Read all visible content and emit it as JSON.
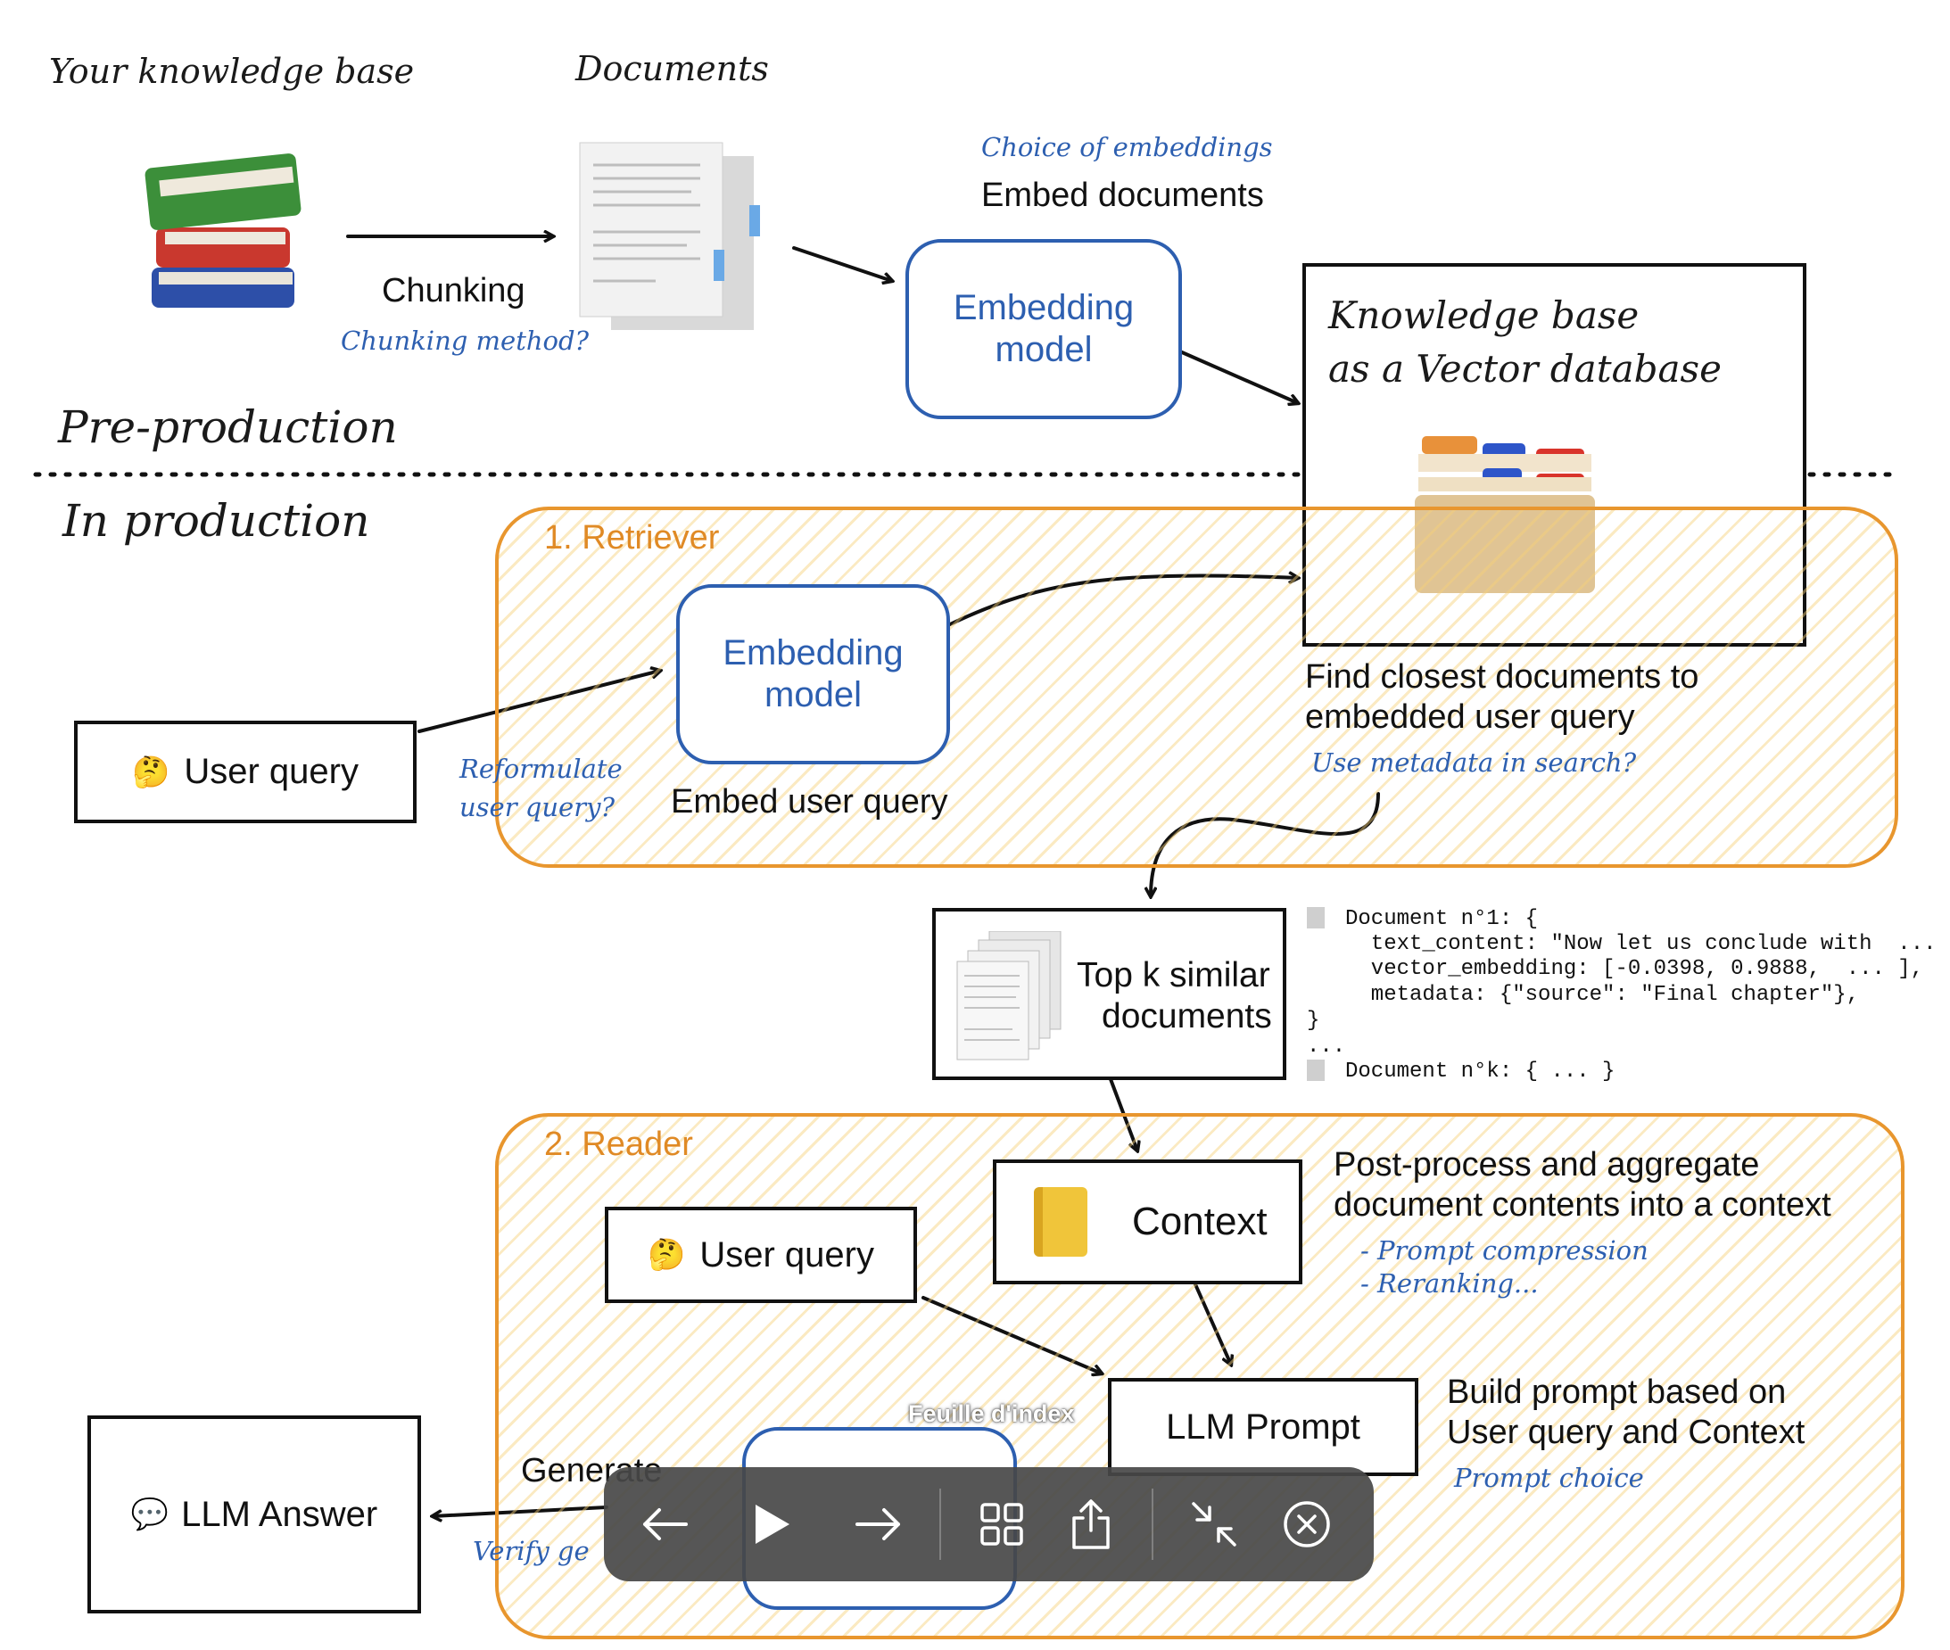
{
  "preprod": {
    "knowledge_base_title": "Your knowledge base",
    "documents_title": "Documents",
    "chunking_label": "Chunking",
    "chunking_note": "Chunking method?",
    "choice_note": "Choice of embeddings",
    "embed_documents": "Embed documents",
    "embedding_model_1": "Embedding model",
    "kb_vector_line1": "Knowledge base",
    "kb_vector_line2": "as a Vector database",
    "section_title": "Pre-production"
  },
  "production": {
    "section_title": "In production",
    "retriever": {
      "title": "1. Retriever",
      "embedding_model": "Embedding model",
      "user_query": "User query",
      "reformulate_note_1": "Reformulate",
      "reformulate_note_2": "user query?",
      "embed_user_query": "Embed user query",
      "find_closest_1": "Find closest documents to",
      "find_closest_2": "embedded user query",
      "metadata_note": "Use metadata in search?"
    },
    "topk": {
      "label_1": "Top k similar",
      "label_2": "documents"
    },
    "doc_snippet": {
      "line1": "Document n°1: {",
      "line2": "  text_content: \"Now let us conclude with  ... \",",
      "line3": "  vector_embedding: [-0.0398, 0.9888,  ... ],",
      "line4": "  metadata: {\"source\": \"Final chapter\"},",
      "line5": "}",
      "line6": "...",
      "line7": "Document n°k: { ... }"
    },
    "reader": {
      "title": "2. Reader",
      "user_query": "User query",
      "context": "Context",
      "postprocess_1": "Post-process and aggregate",
      "postprocess_2": "document contents into a context",
      "note_compression": "- Prompt compression",
      "note_reranking": "- Reranking...",
      "llm_prompt": "LLM Prompt",
      "build_prompt_1": "Build prompt based on",
      "build_prompt_2": "User query and Context",
      "prompt_choice_note": "Prompt choice",
      "generate_label": "Generate",
      "verify_note": "Verify ge",
      "llm_answer": "LLM Answer"
    }
  },
  "overlay": {
    "tooltip": "Feuille d'index",
    "buttons": [
      "back-arrow",
      "play",
      "forward-arrow",
      "grid-view",
      "share",
      "collapse",
      "close"
    ]
  },
  "colors": {
    "accent_blue": "#2d5fb0",
    "orange": "#e8962e"
  }
}
